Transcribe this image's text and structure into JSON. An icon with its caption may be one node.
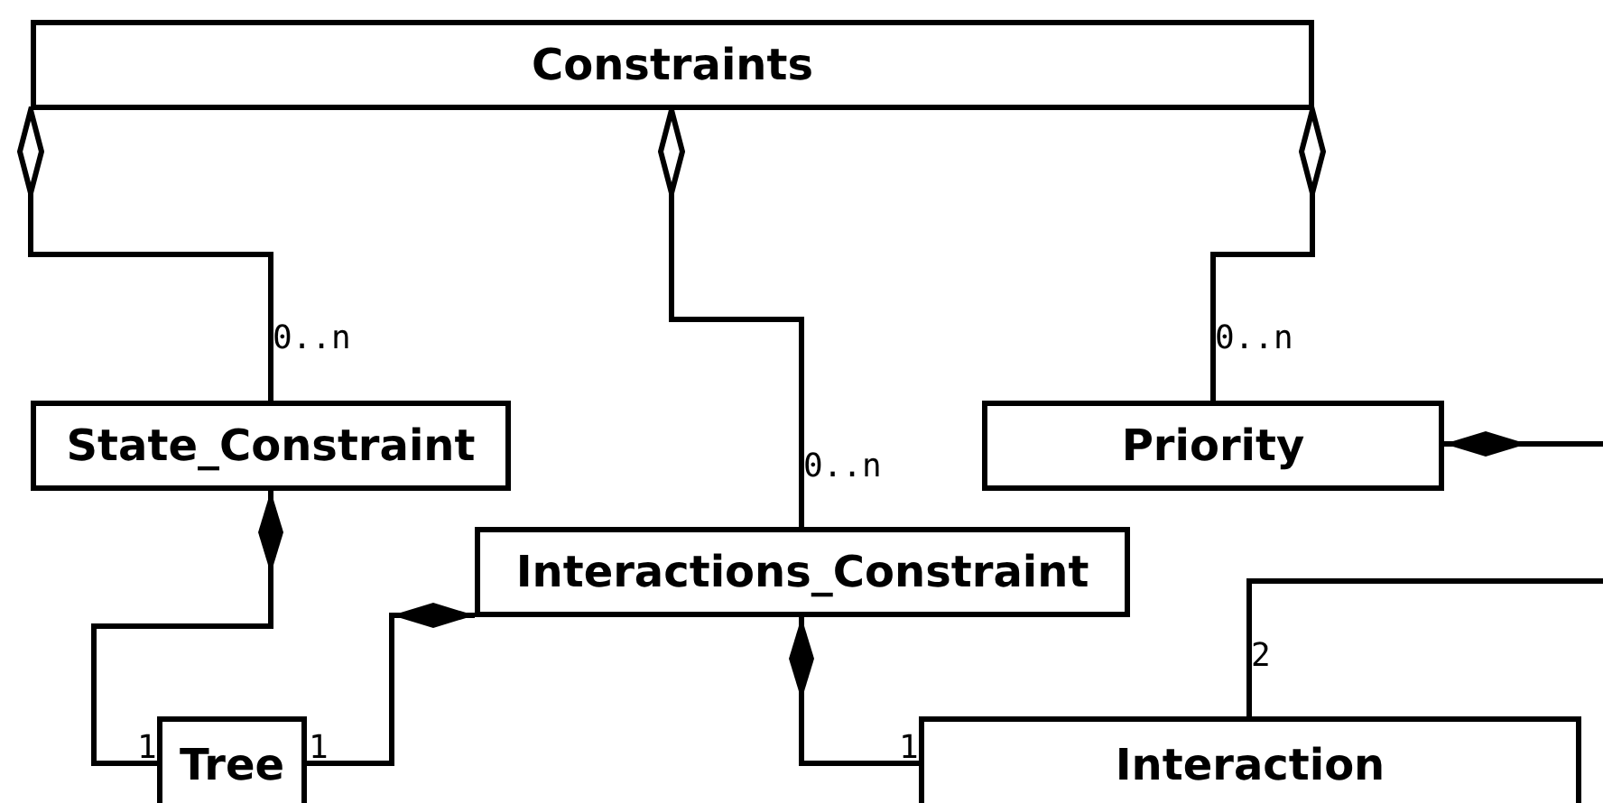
{
  "diagram": {
    "nodes": [
      {
        "text": [
          "Constraints"
        ]
      },
      {
        "text": [
          "State_Constraint"
        ]
      },
      {
        "text": [
          "Priority"
        ]
      },
      {
        "text": [
          "Interactions_Constraint"
        ]
      },
      {
        "text": [
          "Tree"
        ]
      },
      {
        "text": [
          "Interaction"
        ]
      }
    ],
    "edges": [
      {
        "from": 0,
        "to": 1,
        "arrow": "other",
        "label": "0..n"
      },
      {
        "from": 0,
        "to": 3,
        "arrow": "other",
        "label": "0..n"
      },
      {
        "from": 0,
        "to": 2,
        "arrow": "other",
        "label": "0..n"
      },
      {
        "from": 1,
        "to": 4,
        "arrow": "other",
        "label": "1"
      },
      {
        "from": 3,
        "to": 4,
        "arrow": "other",
        "label": "1"
      },
      {
        "from": 3,
        "to": 5,
        "arrow": "other",
        "label": "1"
      },
      {
        "from": 2,
        "to": null,
        "arrow": "other"
      },
      {
        "from": 5,
        "to": null,
        "arrow": "none",
        "label": "2"
      }
    ]
  }
}
